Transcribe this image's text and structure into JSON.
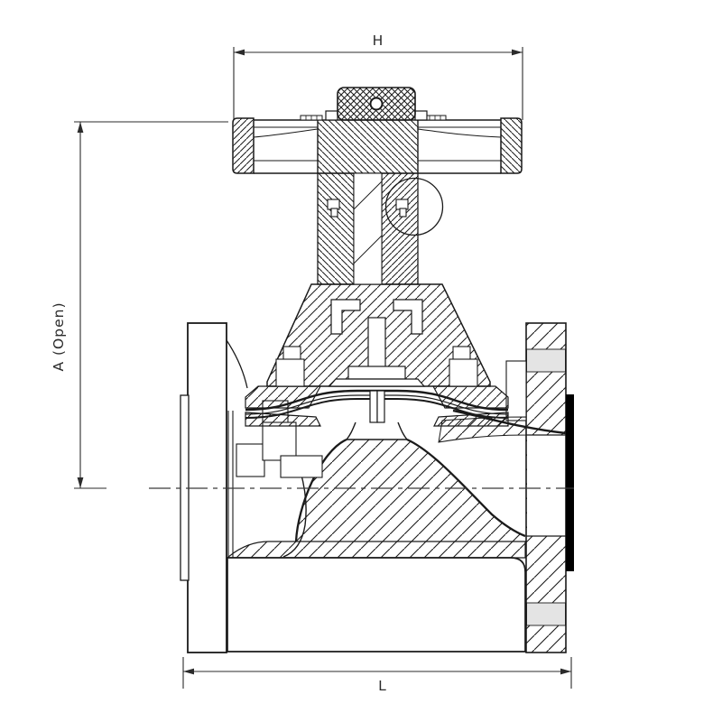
{
  "drawing": {
    "dimensions": {
      "width_label": "H",
      "height_label": "A (Open)",
      "length_label": "L"
    },
    "colors": {
      "line": "#1a1a1a",
      "background": "#ffffff",
      "bolt_hole_band": "#e4e4e4",
      "liner_face": "#000000"
    }
  }
}
